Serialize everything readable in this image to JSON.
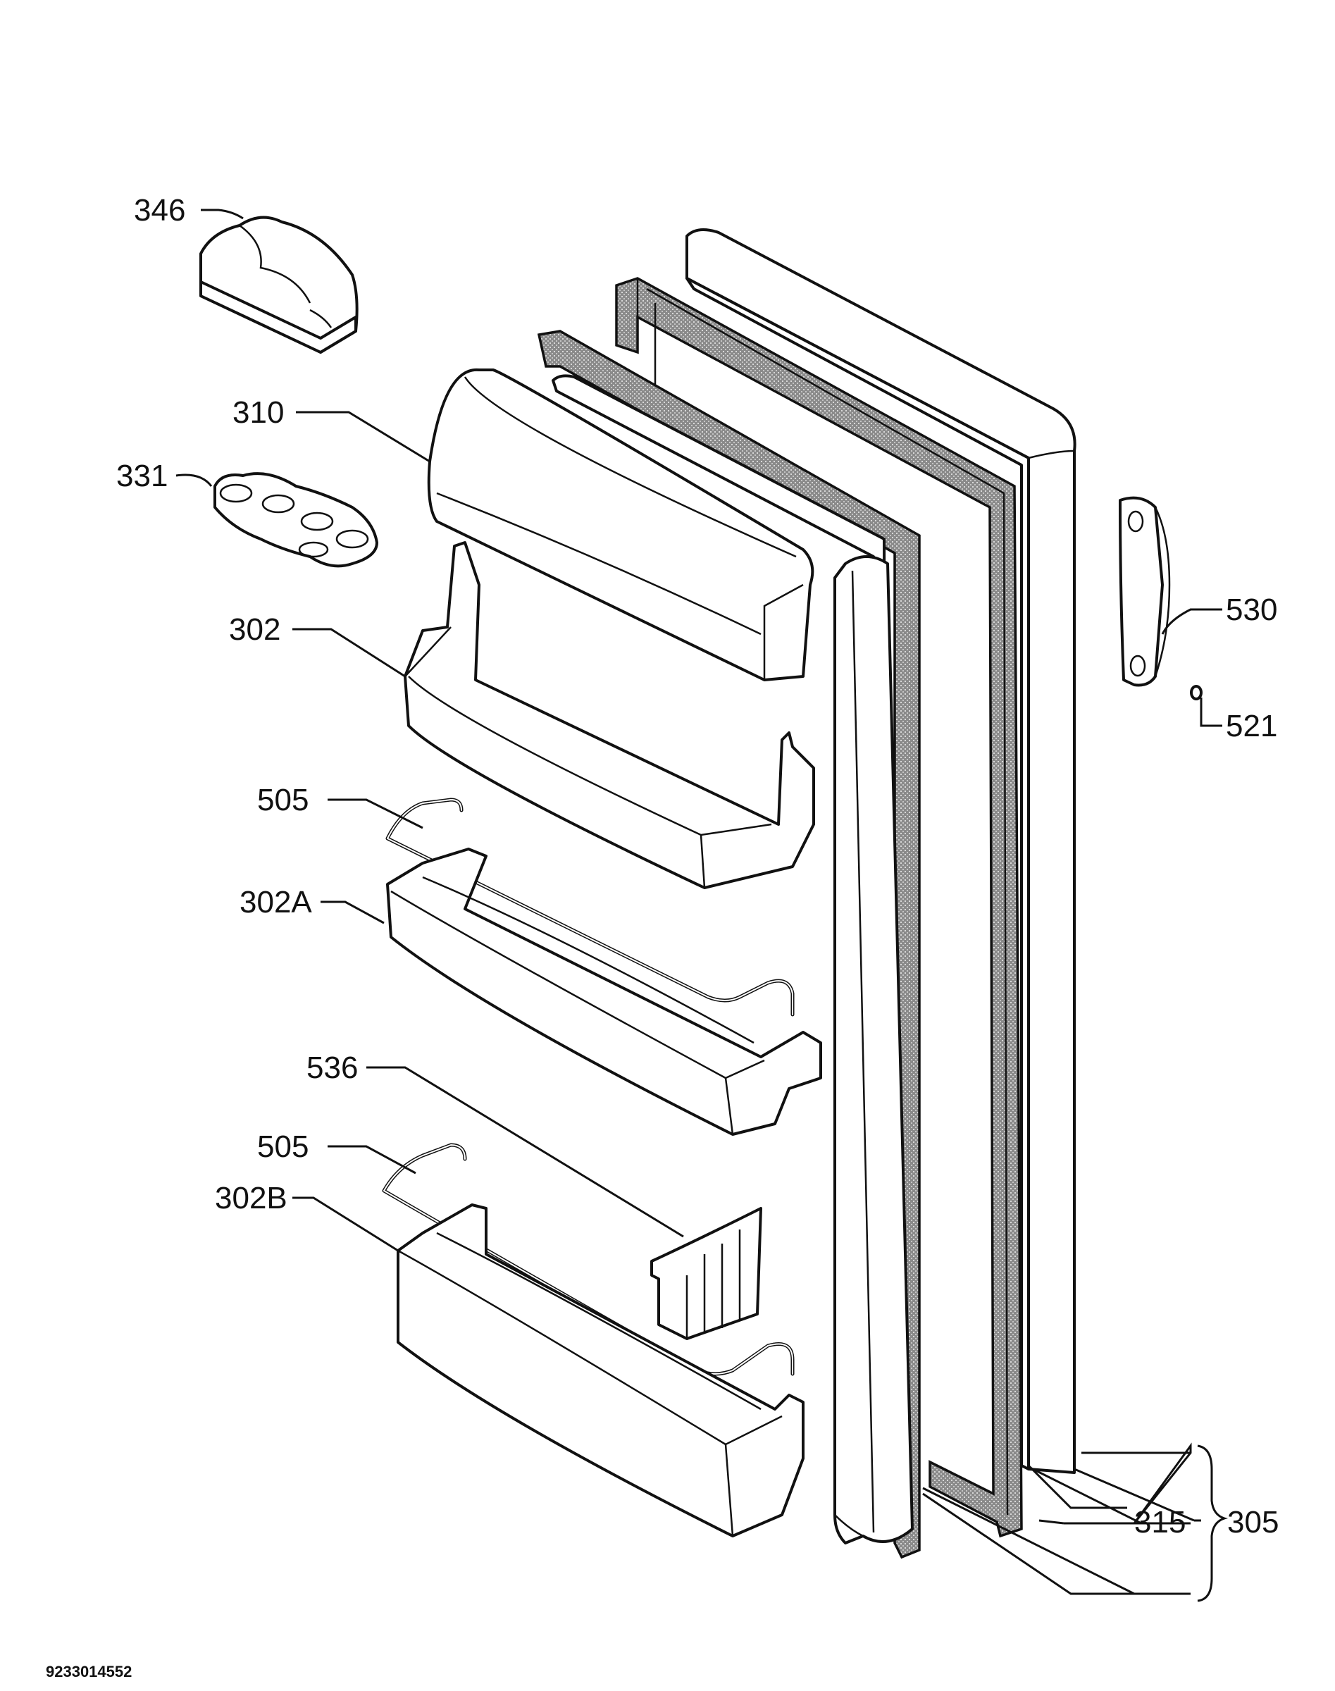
{
  "labels": {
    "l346": "346",
    "l310": "310",
    "l331": "331",
    "l302": "302",
    "l505a": "505",
    "l302a": "302A",
    "l536": "536",
    "l505b": "505",
    "l302b": "302B",
    "l530": "530",
    "l521": "521",
    "l315": "315",
    "l305": "305"
  },
  "drawing_code": "9233014552"
}
